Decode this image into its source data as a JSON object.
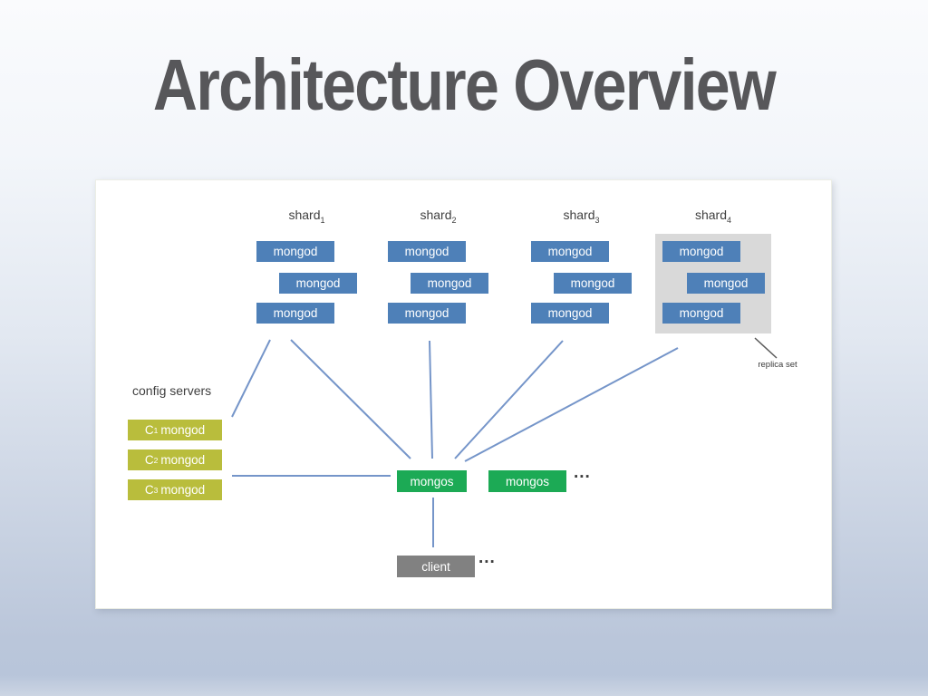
{
  "slide": {
    "title": "Architecture Overview"
  },
  "diagram": {
    "shards": [
      {
        "label_base": "shard",
        "label_sub": "1",
        "nodes": [
          "mongod",
          "mongod",
          "mongod"
        ],
        "replica_set": false
      },
      {
        "label_base": "shard",
        "label_sub": "2",
        "nodes": [
          "mongod",
          "mongod",
          "mongod"
        ],
        "replica_set": false
      },
      {
        "label_base": "shard",
        "label_sub": "3",
        "nodes": [
          "mongod",
          "mongod",
          "mongod"
        ],
        "replica_set": false
      },
      {
        "label_base": "shard",
        "label_sub": "4",
        "nodes": [
          "mongod",
          "mongod",
          "mongod"
        ],
        "replica_set": true
      }
    ],
    "replica_set_label": "replica set",
    "config": {
      "label": "config servers",
      "nodes": [
        {
          "base": "C",
          "sub": "1",
          "text": "mongod"
        },
        {
          "base": "C",
          "sub": "2",
          "text": "mongod"
        },
        {
          "base": "C",
          "sub": "3",
          "text": "mongod"
        }
      ]
    },
    "routers": {
      "boxes": [
        "mongos",
        "mongos"
      ],
      "ellipsis": "..."
    },
    "client": {
      "label": "client",
      "ellipsis": "..."
    },
    "colors": {
      "mongod_blue": "#4e80b8",
      "mongos_green": "#1caa55",
      "config_yellow": "#b9bd3c",
      "client_gray": "#818181",
      "replica_set_bg": "#d9d9d9",
      "connector_blue": "#7595c9",
      "pointer_gray": "#595959",
      "title_gray": "#57575a"
    }
  }
}
